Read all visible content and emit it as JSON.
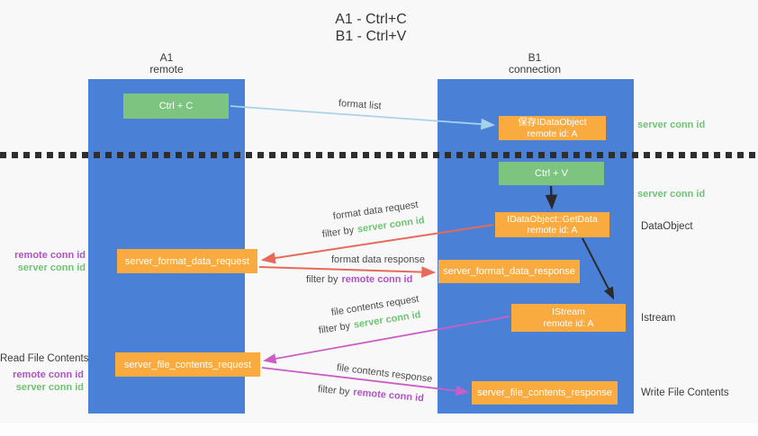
{
  "title": {
    "line1": "A1 - Ctrl+C",
    "line2": "B1 - Ctrl+V"
  },
  "lanes": {
    "left": {
      "header_top": "A1",
      "header_bottom": "remote"
    },
    "right": {
      "header_top": "B1",
      "header_bottom": "connection"
    }
  },
  "boxes": {
    "ctrl_c": {
      "label": "Ctrl + C"
    },
    "save_idataobject": {
      "line1": "保存IDataObject",
      "line2": "remote id: A"
    },
    "ctrl_v": {
      "label": "Ctrl + V"
    },
    "getdata": {
      "line1": "IDataObject::GetData",
      "line2": "remote id: A"
    },
    "server_format_data_request": {
      "label": "server_format_data_request"
    },
    "server_format_data_response": {
      "label": "server_format_data_response"
    },
    "istream": {
      "line1": "IStream",
      "line2": "remote id: A"
    },
    "server_file_contents_request": {
      "label": "server_file_contents_request"
    },
    "server_file_contents_response": {
      "label": "server_file_contents_response"
    }
  },
  "flow_labels": {
    "format_list": "format list",
    "format_data_request": "format data request",
    "format_data_response": "format data response",
    "file_contents_request": "file contents request",
    "file_contents_response": "file contents response",
    "filter_by": "filter by",
    "server_conn_id": "server conn id",
    "remote_conn_id": "remote conn id"
  },
  "side_labels": {
    "right_server_conn_id_1": "server conn id",
    "right_server_conn_id_2": "server conn id",
    "right_dataobject": "DataObject",
    "right_istream": "Istream",
    "right_write_file_contents": "Write File Contents",
    "left_remote_conn_id_1": "remote conn id",
    "left_server_conn_id_1": "server conn id",
    "left_read_file_contents": "Read File Contents",
    "left_remote_conn_id_2": "remote conn id",
    "left_server_conn_id_2": "server conn id"
  },
  "colors": {
    "background": "#f8f8f8",
    "lane_blue": "#4a81d6",
    "box_green": "#7cc47f",
    "box_orange": "#f9ab40",
    "text_green": "#6ec473",
    "text_purple": "#b052c5",
    "arrow_light_blue": "#a6d3ec",
    "arrow_salmon": "#e8695a",
    "arrow_magenta": "#ca5ec6",
    "arrow_black": "#2b2b2b"
  }
}
